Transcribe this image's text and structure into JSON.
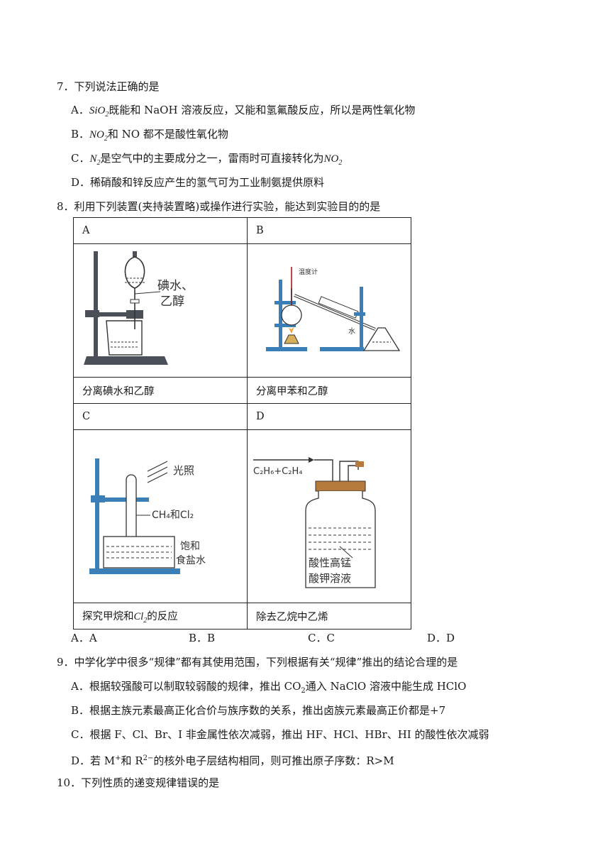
{
  "q7": {
    "stem": "7．下列说法正确的是",
    "a_pre": "A．",
    "a_math": "SiO",
    "a_sub": "2",
    "a_text": "既能和 NaOH 溶液反应，又能和氢氟酸反应，所以是两性氧化物",
    "b_pre": "B．",
    "b_math": "NO",
    "b_sub": "2",
    "b_text": "和 NO 都不是酸性氧化物",
    "c_pre": "C．",
    "c_math": "N",
    "c_sub": "2",
    "c_text": "是空气中的主要成分之一，雷雨时可直接转化为",
    "c_math2": "NO",
    "c_sub2": "2",
    "d": "D．稀硝酸和锌反应产生的氢气可为工业制氨提供原料"
  },
  "q8": {
    "stem": "8．利用下列装置(夹持装置略)或操作进行实验，能达到实验目的的是",
    "a_label": "A",
    "b_label": "B",
    "c_label": "C",
    "d_label": "D",
    "a_caption": "分离碘水和乙醇",
    "b_caption": "分离甲苯和乙醇",
    "c_caption_pre": "探究甲烷和",
    "c_caption_math": "Cl",
    "c_caption_sub": "2",
    "c_caption_post": "的反应",
    "d_caption": "除去乙烷中乙烯",
    "fig_a": {
      "label1": "碘水、",
      "label2": "乙醇"
    },
    "fig_b": {
      "thermo": "温度计",
      "water": "水"
    },
    "fig_c": {
      "light": "光照",
      "gas": "CH₄和Cl₂",
      "brine1": "饱和",
      "brine2": "食盐水"
    },
    "fig_d": {
      "gas": "C₂H₆+C₂H₄",
      "sol1": "酸性高锰",
      "sol2": "酸钾溶液"
    },
    "opt_a": "A．A",
    "opt_b": "B．B",
    "opt_c": "C．C",
    "opt_d": "D．D"
  },
  "q9": {
    "stem": "9．中学化学中很多“规律”都有其使用范围，下列根据有关“规律”推出的结论合理的是",
    "a_pre": "A．根据较强酸可以制取较弱酸的规律，推出 CO",
    "a_sub": "2",
    "a_post": "通入 NaClO 溶液中能生成 HClO",
    "b": "B．根据主族元素最高正化合价与族序数的关系，推出卤族元素最高正价都是+7",
    "c": "C．根据 F、Cl、Br、I 非金属性依次减弱，推出 HF、HCl、HBr、HI 的酸性依次减弱",
    "d_pre": "D．若 M",
    "d_sup1": "+",
    "d_mid": "和 R",
    "d_sup2": "2−",
    "d_post": "的核外电子层结构相同，则可推出原子序数：R>M"
  },
  "q10": {
    "stem": "10．下列性质的递变规律错误的是"
  }
}
